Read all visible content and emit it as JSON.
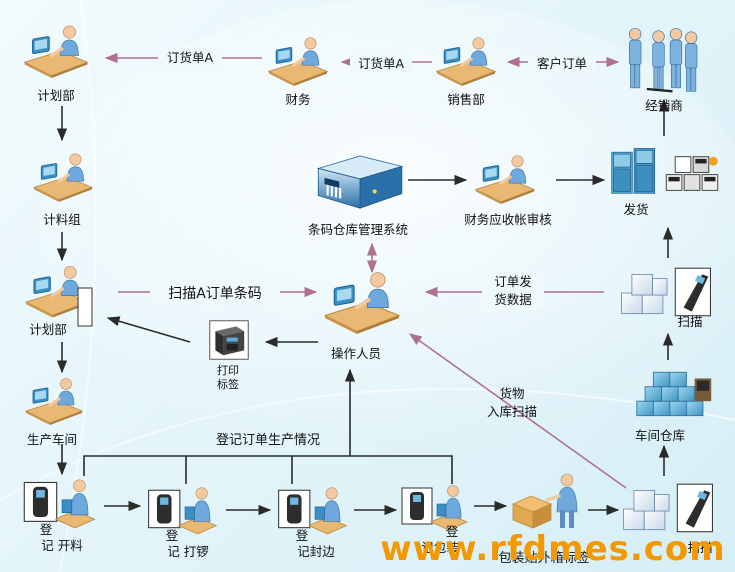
{
  "nodes": {
    "planning_dept_top": "计划部",
    "finance": "财务",
    "sales": "销售部",
    "distributor": "经销商",
    "material_group": "计料组",
    "barcode_system": "条码仓库管理系统",
    "finance_audit": "财务应收帐审核",
    "shipping": "发货",
    "planning_dept_mid": "计划部",
    "operator": "操作人员",
    "print_label_line1": "打印",
    "print_label_line2": "标签",
    "scan": "扫描",
    "workshop": "生产车间",
    "workshop_warehouse": "车间仓库",
    "step1_line1": "登",
    "step1_line2": "记 开料",
    "step2_line1": "登",
    "step2_line2": "记 打锣",
    "step3_line1": "登",
    "step3_line2": "记封边",
    "step4_line1": "登",
    "step4_line2": "记包装",
    "packaging": "包装贴外箱标签",
    "scan_bottom": "扫描"
  },
  "edges": {
    "order_a_1": "订货单A",
    "order_a_2": "订货单A",
    "customer_order": "客户订单",
    "scan_order_barcode": "扫描A订单条码",
    "shipping_data_line1": "订单发",
    "shipping_data_line2": "货数据",
    "inbound_line1": "货物",
    "inbound_line2": "入库扫描",
    "register_production": "登记订单生产情况"
  },
  "watermark": "www.rfdmes.com",
  "colors": {
    "arrow_dark": "#2b2b2b",
    "arrow_pink": "#b07090",
    "skin": "#f3c9a2",
    "desk": "#e9b873",
    "monitor": "#3a8fc6",
    "server": "#2b6fa8",
    "box": "#dde8f3",
    "box_blue": "#5ab0d6",
    "watermark": "#f39800"
  }
}
